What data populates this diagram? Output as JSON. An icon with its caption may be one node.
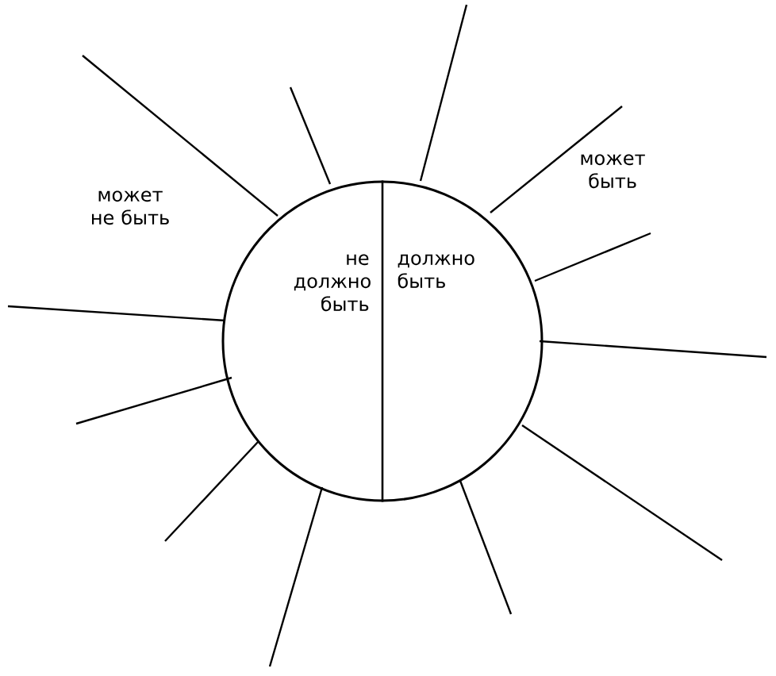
{
  "diagram": {
    "nodes": [
      {
        "text": [
          "не должно быть",
          "должно быть"
        ]
      }
    ],
    "labels": [
      "может не быть",
      "может быть"
    ]
  }
}
